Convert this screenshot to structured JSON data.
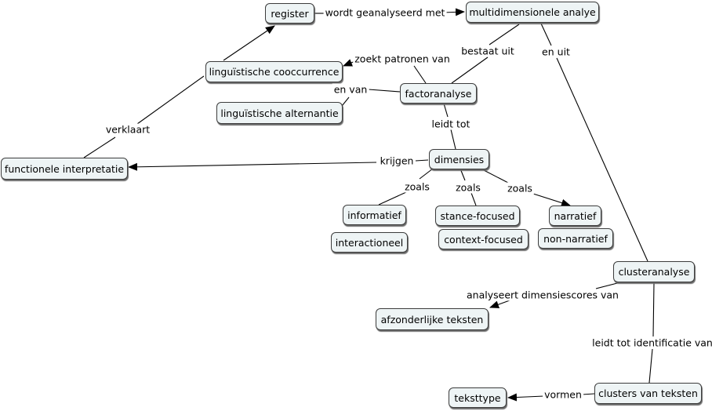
{
  "nodes": {
    "register": "register",
    "mda": "multidimensionele analye",
    "cooccurrence": "linguïstische cooccurrence",
    "factoranalyse": "factoranalyse",
    "alternantie": "linguïstische alternantie",
    "functionele": "functionele interpretatie",
    "dimensies": "dimensies",
    "informatief": "informatief",
    "interactioneel": "interactioneel",
    "stance": "stance-focused",
    "context": "context-focused",
    "narratief": "narratief",
    "nonnarratief": "non-narratief",
    "clusteranalyse": "clusteranalyse",
    "afzonderlijke": "afzonderlijke teksten",
    "clusters": "clusters van teksten",
    "tekstype": "teksttype"
  },
  "links": {
    "wordt": "wordt geanalyseerd met",
    "bestaat": "bestaat uit",
    "enuit": "en uit",
    "zoekt": "zoekt patronen van",
    "envan": "en van",
    "verklaart": "verklaart",
    "leidt": "leidt tot",
    "krijgen": "krijgen",
    "zoals1": "zoals",
    "zoals2": "zoals",
    "zoals3": "zoals",
    "analyseert": "analyseert dimensiescores van",
    "identificatie": "leidt tot identificatie van",
    "vormen": "vormen"
  },
  "colors": {
    "node_fill": "#eef4f5",
    "border": "#3c3c3c",
    "line": "#000000"
  }
}
